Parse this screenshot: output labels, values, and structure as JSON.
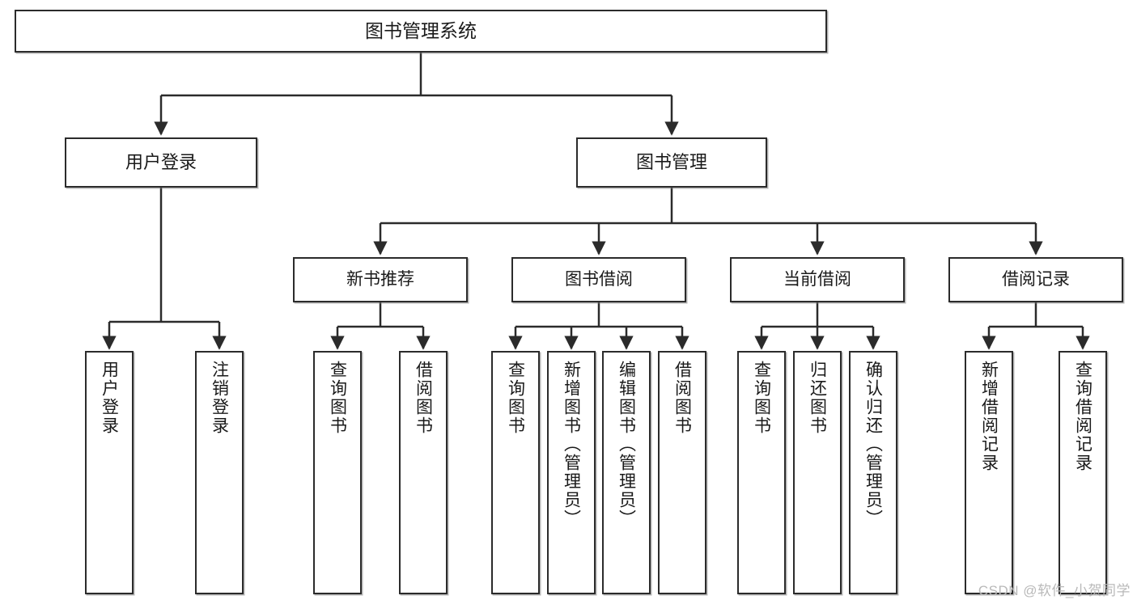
{
  "diagram": {
    "title": "图书管理系统",
    "type": "tree-hierarchy-chart",
    "root": {
      "label": "图书管理系统"
    },
    "level2": [
      {
        "label": "用户登录"
      },
      {
        "label": "图书管理"
      }
    ],
    "level3": [
      {
        "label": "新书推荐"
      },
      {
        "label": "图书借阅"
      },
      {
        "label": "当前借阅"
      },
      {
        "label": "借阅记录"
      }
    ],
    "leaves": {
      "user_login": [
        {
          "label": "用户登录"
        },
        {
          "label": "注销登录"
        }
      ],
      "new_book_recommend": [
        {
          "label": "查询图书"
        },
        {
          "label": "借阅图书"
        }
      ],
      "book_borrow": [
        {
          "label": "查询图书"
        },
        {
          "label": "新增图书（管理员）"
        },
        {
          "label": "编辑图书（管理员）"
        },
        {
          "label": "借阅图书"
        }
      ],
      "current_borrow": [
        {
          "label": "查询图书"
        },
        {
          "label": "归还图书"
        },
        {
          "label": "确认归还（管理员）"
        }
      ],
      "borrow_record": [
        {
          "label": "新增借阅记录"
        },
        {
          "label": "查询借阅记录"
        }
      ]
    }
  },
  "watermark": {
    "text": "CSDN @软件_小贺同学"
  },
  "colors": {
    "border": "#2b2b2b",
    "text": "#1a1a1a",
    "background": "#ffffff",
    "watermark": "#b9b9b9"
  }
}
